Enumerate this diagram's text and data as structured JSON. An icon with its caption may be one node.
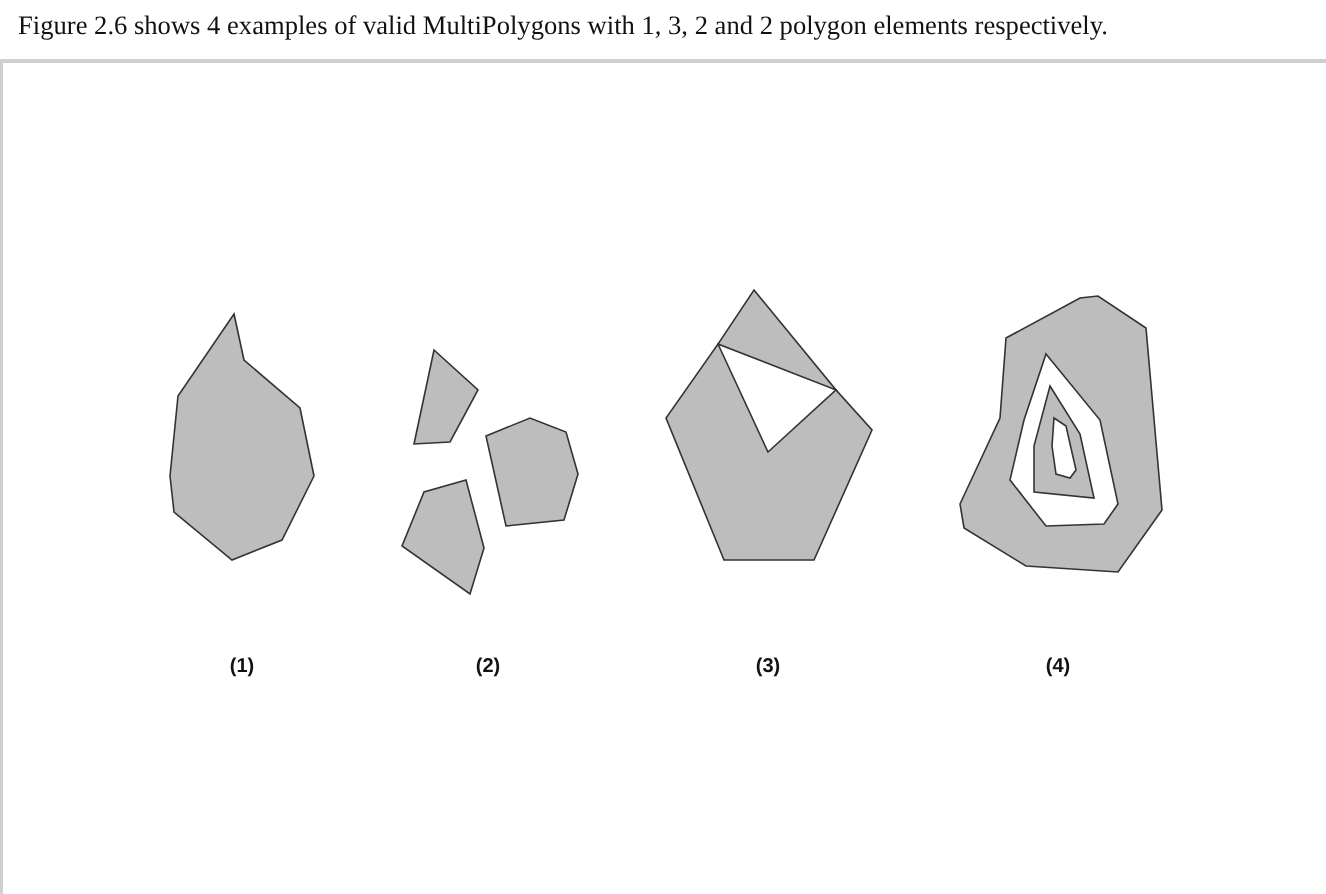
{
  "diagram": {
    "title": "Figure 2.6 shows 4 examples of valid MultiPolygons with 1, 3, 2 and 2 polygon elements respectively.",
    "labels": [
      "(1)",
      "(2)",
      "(3)",
      "(4)"
    ]
  }
}
